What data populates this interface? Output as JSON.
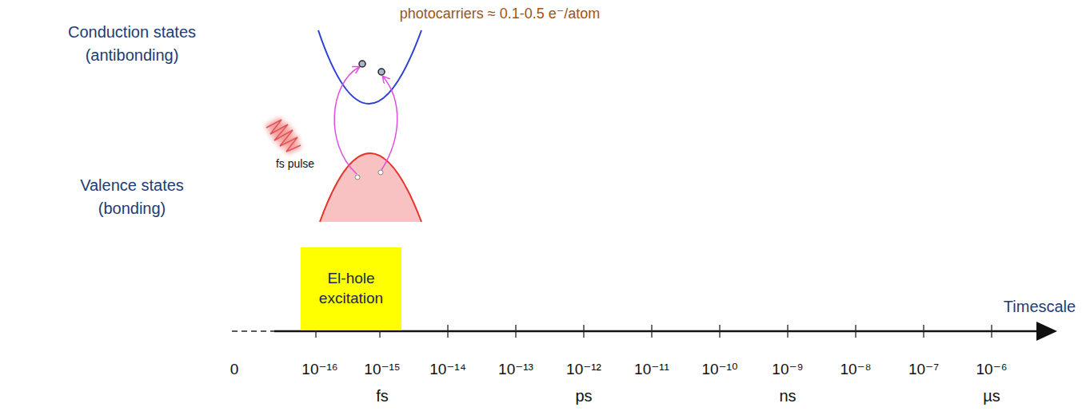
{
  "diagram": {
    "nodes": [
      {
        "text": [
          "El-hole excitation"
        ]
      }
    ],
    "labels": [
      "photocarriers ≈ 0.1-0.5 e⁻/atom",
      "Conduction states (antibonding)",
      "Valence states (bonding)",
      "fs pulse",
      "Timescale",
      "0",
      "10⁻¹⁶",
      "10⁻¹⁵",
      "10⁻¹⁴",
      "10⁻¹³",
      "10⁻¹²",
      "10⁻¹¹",
      "10⁻¹⁰",
      "10⁻⁹",
      "10⁻⁸",
      "10⁻⁷",
      "10⁻⁶",
      "fs",
      "ps",
      "ns",
      "µs"
    ]
  }
}
